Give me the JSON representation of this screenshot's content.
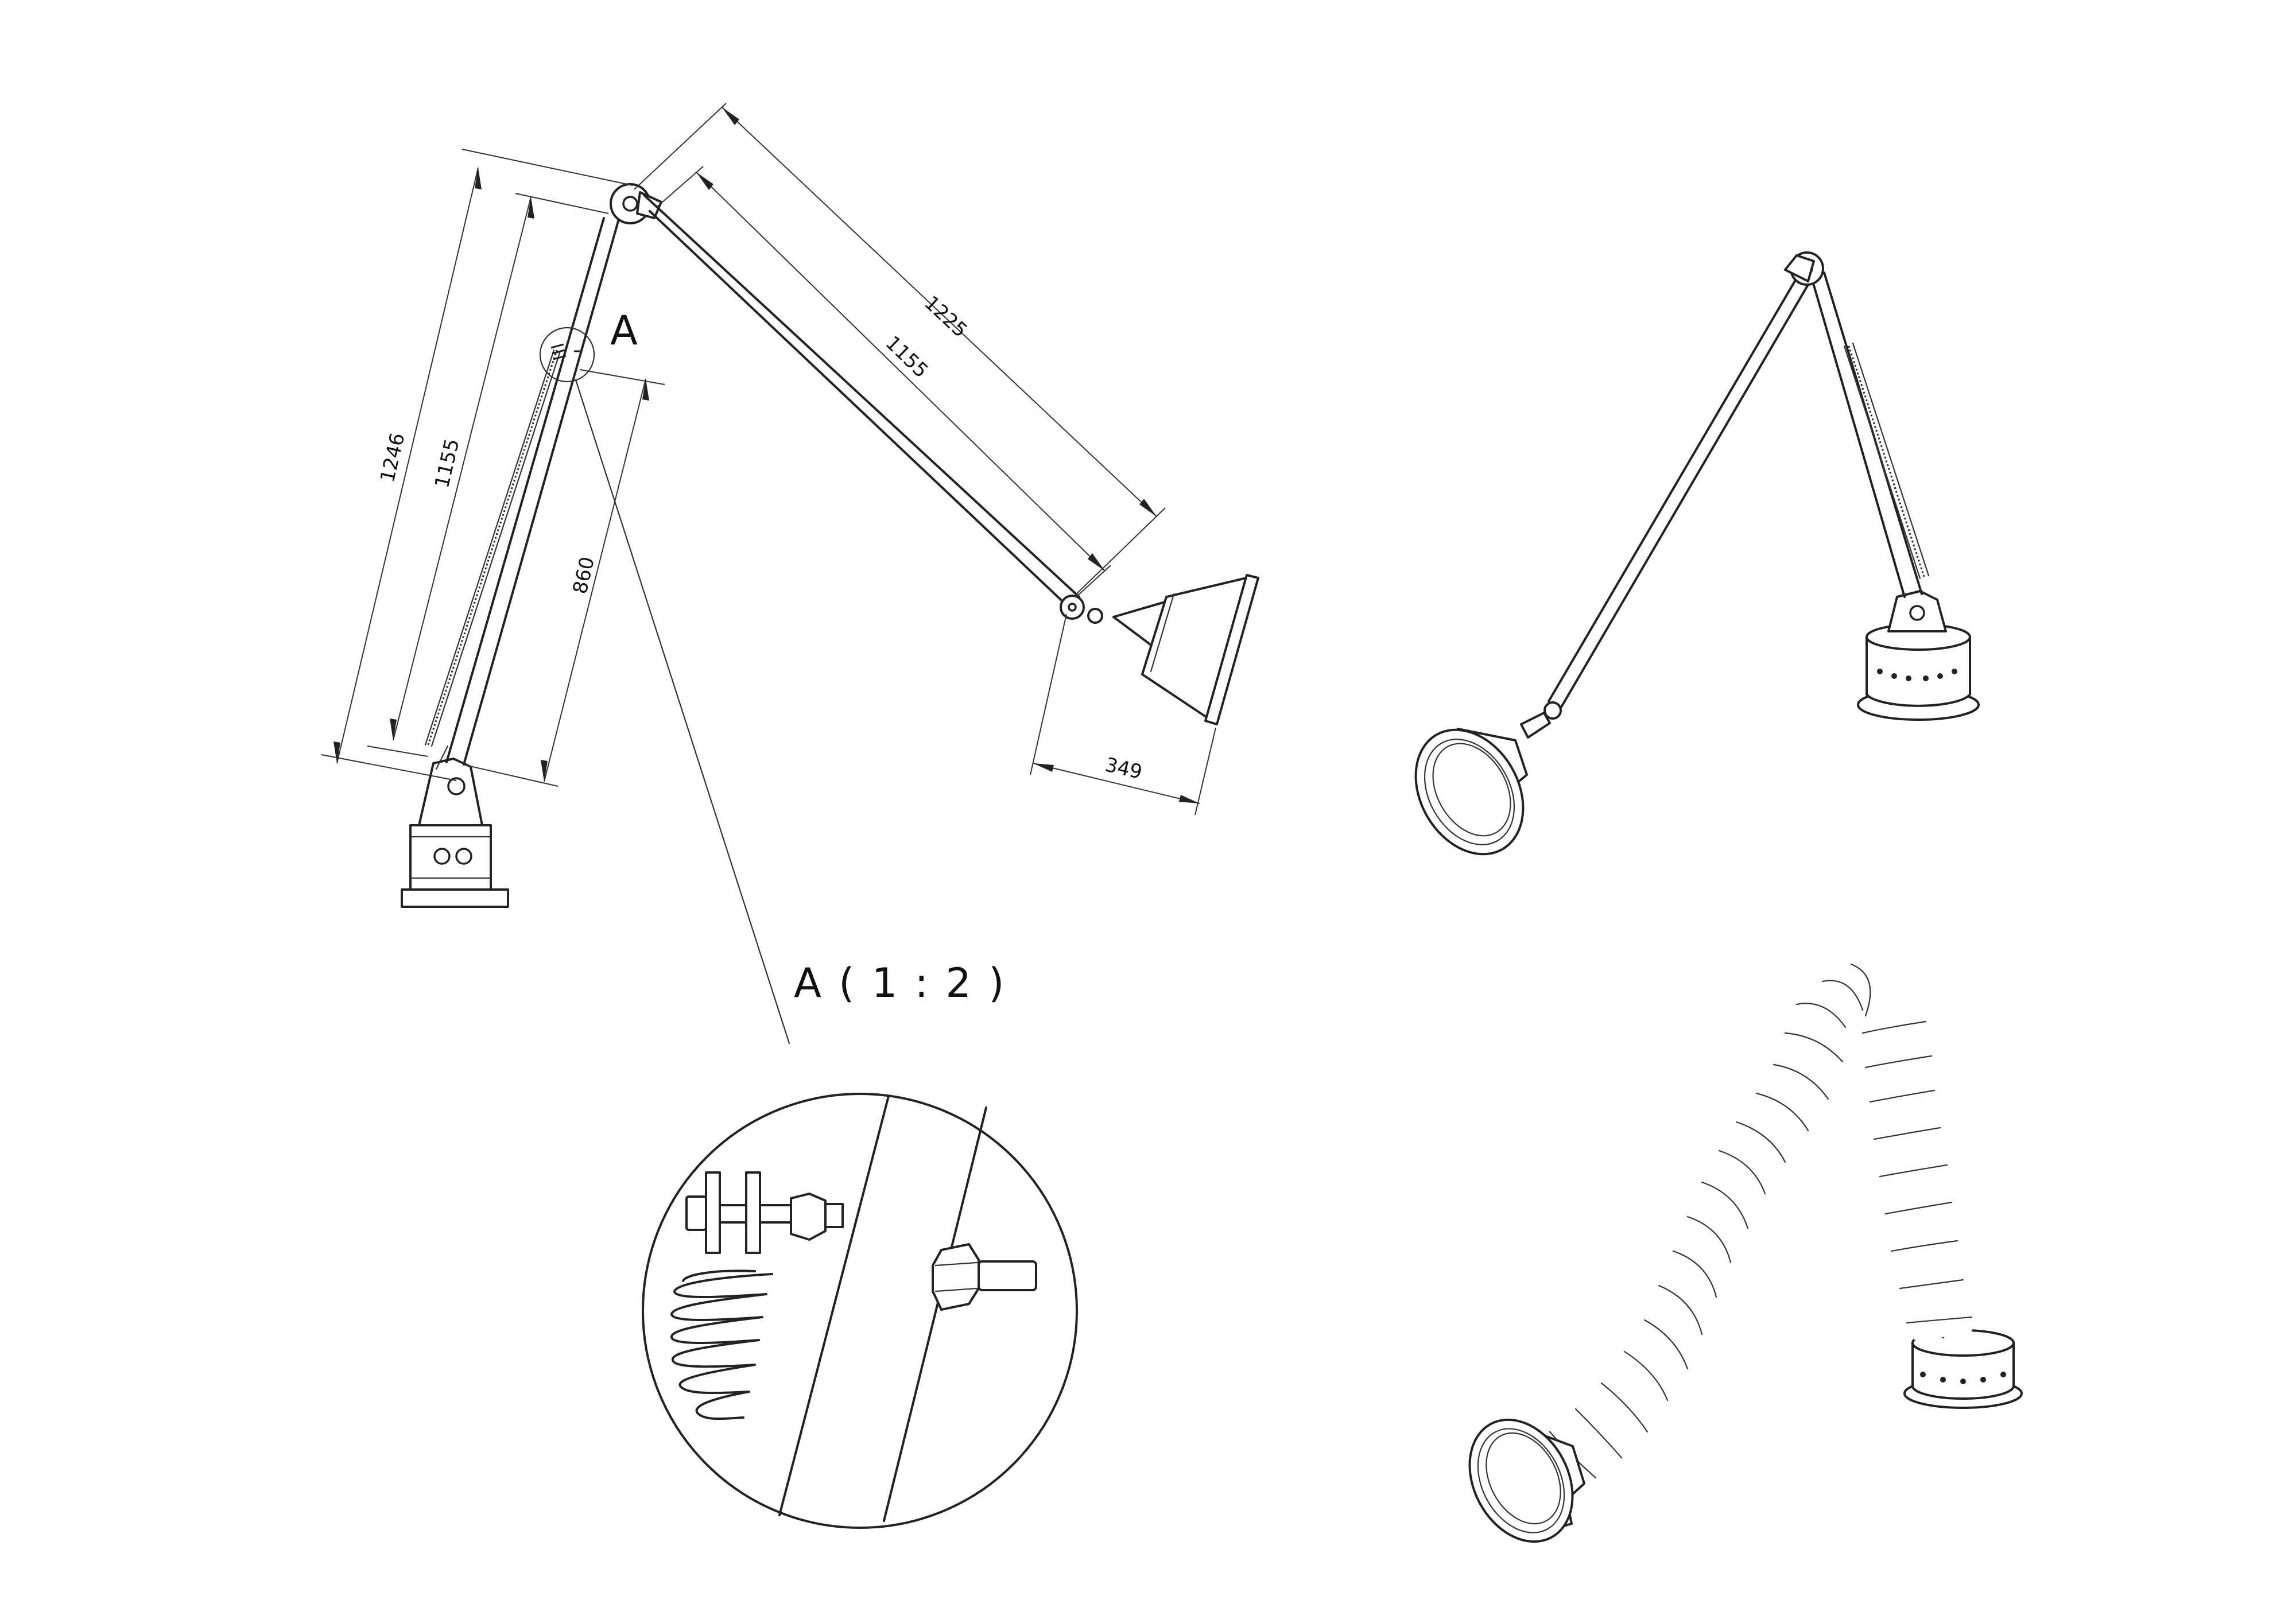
{
  "views": {
    "side_view": {
      "dimensions": {
        "outer_height": "1246",
        "inner_height": "1155",
        "spring_length": "860",
        "upper_arm_outer": "1225",
        "upper_arm_inner": "1155",
        "hood_width": "349"
      },
      "detail_callout_letter": "A"
    },
    "detail_view": {
      "label": "A ( 1 : 2 )"
    }
  }
}
